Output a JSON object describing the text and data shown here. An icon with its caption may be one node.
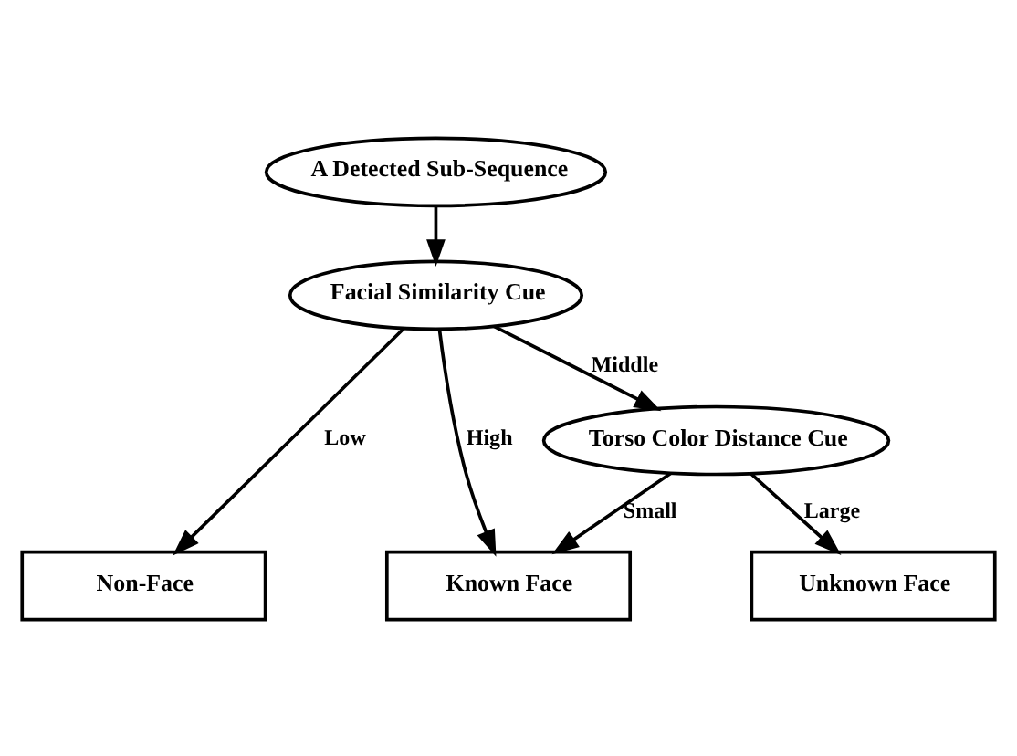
{
  "diagram": {
    "nodes": [
      {
        "text": [
          "A Detected Sub-Sequence"
        ]
      },
      {
        "text": [
          "Facial Similarity Cue"
        ]
      },
      {
        "text": [
          "Torso Color Distance Cue"
        ]
      },
      {
        "text": [
          "Non-Face"
        ]
      },
      {
        "text": [
          "Known Face"
        ]
      },
      {
        "text": [
          "Unknown Face"
        ]
      }
    ],
    "edges": [
      {
        "from": 0,
        "to": 1,
        "arrow": "to"
      },
      {
        "from": 1,
        "to": 2,
        "label": "Middle",
        "arrow": "to"
      },
      {
        "from": 1,
        "to": 3,
        "label": "Low",
        "arrow": "to"
      },
      {
        "from": 1,
        "to": 4,
        "label": "High",
        "arrow": "to"
      },
      {
        "from": 2,
        "to": 4,
        "label": "Small",
        "arrow": "to"
      },
      {
        "from": 2,
        "to": 5,
        "label": "Large",
        "arrow": "to"
      }
    ]
  }
}
